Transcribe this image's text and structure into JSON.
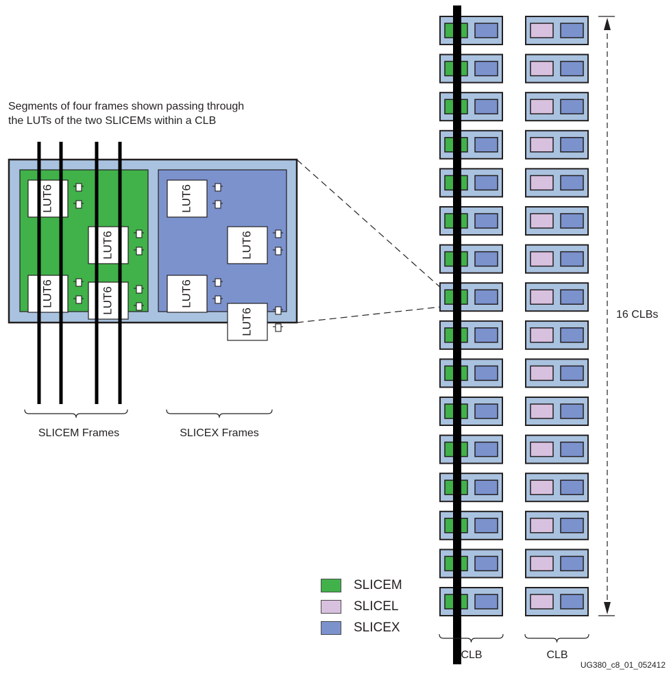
{
  "caption": {
    "line1": "Segments of four frames shown passing through",
    "line2": "the LUTs of the two SLICEMs within a CLB"
  },
  "colors": {
    "slicem": "#41b14a",
    "slicel": "#d8c0df",
    "slicex": "#7b92cd",
    "clb": "#a9c2df"
  },
  "lut_label": "LUT6",
  "frame_labels": {
    "slicem": "SLICEM Frames",
    "slicex": "SLICEX Frames"
  },
  "column_labels": [
    "CLB",
    "CLB"
  ],
  "height_label": "16 CLBs",
  "clb_count": 16,
  "legend": [
    {
      "label": "SLICEM",
      "color": "#41b14a"
    },
    {
      "label": "SLICEL",
      "color": "#d8c0df"
    },
    {
      "label": "SLICEX",
      "color": "#7b92cd"
    }
  ],
  "figure_id": "UG380_c8_01_052412"
}
